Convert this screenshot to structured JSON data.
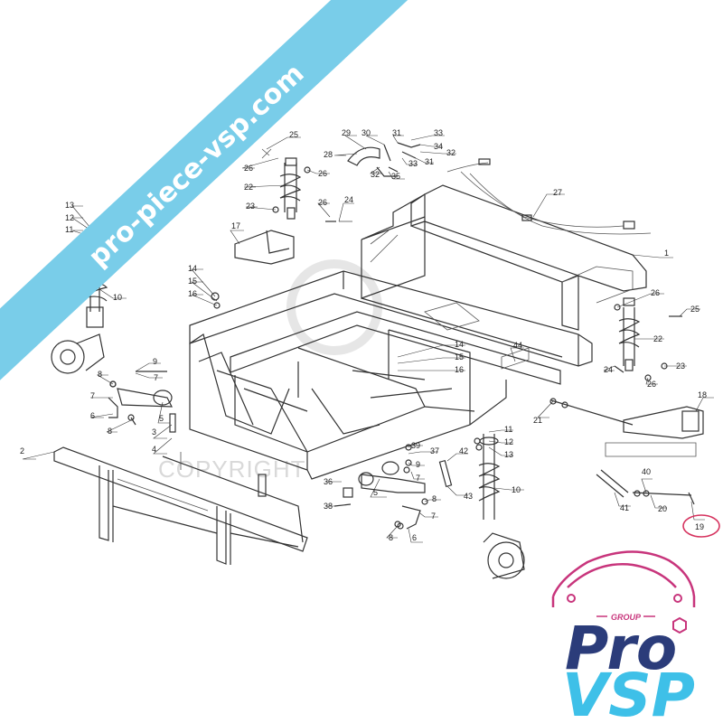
{
  "watermark": {
    "banner_text": "pro-piece-vsp.com",
    "banner_color": "#79cde9",
    "copyright_text": "COPYRIGHT"
  },
  "callouts": [
    {
      "id": "c1",
      "label": "1"
    },
    {
      "id": "c2",
      "label": "2"
    },
    {
      "id": "c3",
      "label": "3"
    },
    {
      "id": "c4",
      "label": "4"
    },
    {
      "id": "c5a",
      "label": "5"
    },
    {
      "id": "c5b",
      "label": "5"
    },
    {
      "id": "c6a",
      "label": "6"
    },
    {
      "id": "c6b",
      "label": "6"
    },
    {
      "id": "c7a",
      "label": "7"
    },
    {
      "id": "c7b",
      "label": "7"
    },
    {
      "id": "c7c",
      "label": "7"
    },
    {
      "id": "c7d",
      "label": "7"
    },
    {
      "id": "c8a",
      "label": "8"
    },
    {
      "id": "c8b",
      "label": "8"
    },
    {
      "id": "c8c",
      "label": "8"
    },
    {
      "id": "c8d",
      "label": "8"
    },
    {
      "id": "c9a",
      "label": "9"
    },
    {
      "id": "c9b",
      "label": "9"
    },
    {
      "id": "c10a",
      "label": "10"
    },
    {
      "id": "c10b",
      "label": "10"
    },
    {
      "id": "c11a",
      "label": "11"
    },
    {
      "id": "c11b",
      "label": "11"
    },
    {
      "id": "c12a",
      "label": "12"
    },
    {
      "id": "c12b",
      "label": "12"
    },
    {
      "id": "c13a",
      "label": "13"
    },
    {
      "id": "c13b",
      "label": "13"
    },
    {
      "id": "c14a",
      "label": "14"
    },
    {
      "id": "c14b",
      "label": "14"
    },
    {
      "id": "c15a",
      "label": "15"
    },
    {
      "id": "c15b",
      "label": "15"
    },
    {
      "id": "c16a",
      "label": "16"
    },
    {
      "id": "c16b",
      "label": "16"
    },
    {
      "id": "c17",
      "label": "17"
    },
    {
      "id": "c18",
      "label": "18"
    },
    {
      "id": "c19",
      "label": "19"
    },
    {
      "id": "c20",
      "label": "20"
    },
    {
      "id": "c21",
      "label": "21"
    },
    {
      "id": "c22a",
      "label": "22"
    },
    {
      "id": "c22b",
      "label": "22"
    },
    {
      "id": "c23a",
      "label": "23"
    },
    {
      "id": "c23b",
      "label": "23"
    },
    {
      "id": "c24a",
      "label": "24"
    },
    {
      "id": "c24b",
      "label": "24"
    },
    {
      "id": "c25a",
      "label": "25"
    },
    {
      "id": "c25b",
      "label": "25"
    },
    {
      "id": "c26a",
      "label": "26"
    },
    {
      "id": "c26b",
      "label": "26"
    },
    {
      "id": "c26c",
      "label": "26"
    },
    {
      "id": "c26d",
      "label": "26"
    },
    {
      "id": "c26e",
      "label": "26"
    },
    {
      "id": "c27",
      "label": "27"
    },
    {
      "id": "c28",
      "label": "28"
    },
    {
      "id": "c29",
      "label": "29"
    },
    {
      "id": "c30",
      "label": "30"
    },
    {
      "id": "c31a",
      "label": "31"
    },
    {
      "id": "c31b",
      "label": "31"
    },
    {
      "id": "c32a",
      "label": "32"
    },
    {
      "id": "c32b",
      "label": "32"
    },
    {
      "id": "c33a",
      "label": "33"
    },
    {
      "id": "c33b",
      "label": "33"
    },
    {
      "id": "c34",
      "label": "34"
    },
    {
      "id": "c35",
      "label": "35"
    },
    {
      "id": "c36",
      "label": "36"
    },
    {
      "id": "c37",
      "label": "37"
    },
    {
      "id": "c38",
      "label": "38"
    },
    {
      "id": "c39",
      "label": "39"
    },
    {
      "id": "c40",
      "label": "40"
    },
    {
      "id": "c41",
      "label": "41"
    },
    {
      "id": "c42",
      "label": "42"
    },
    {
      "id": "c43",
      "label": "43"
    },
    {
      "id": "c44",
      "label": "44"
    }
  ],
  "highlight": {
    "label": "19",
    "color": "#d6335f"
  },
  "logo": {
    "group_text": "GROUP",
    "pro_text": "Pro",
    "vsp_text": "VSP",
    "car_outline_color": "#c8357c",
    "pro_color": "#2b3c7a",
    "vsp_color": "#3ec0e8"
  }
}
